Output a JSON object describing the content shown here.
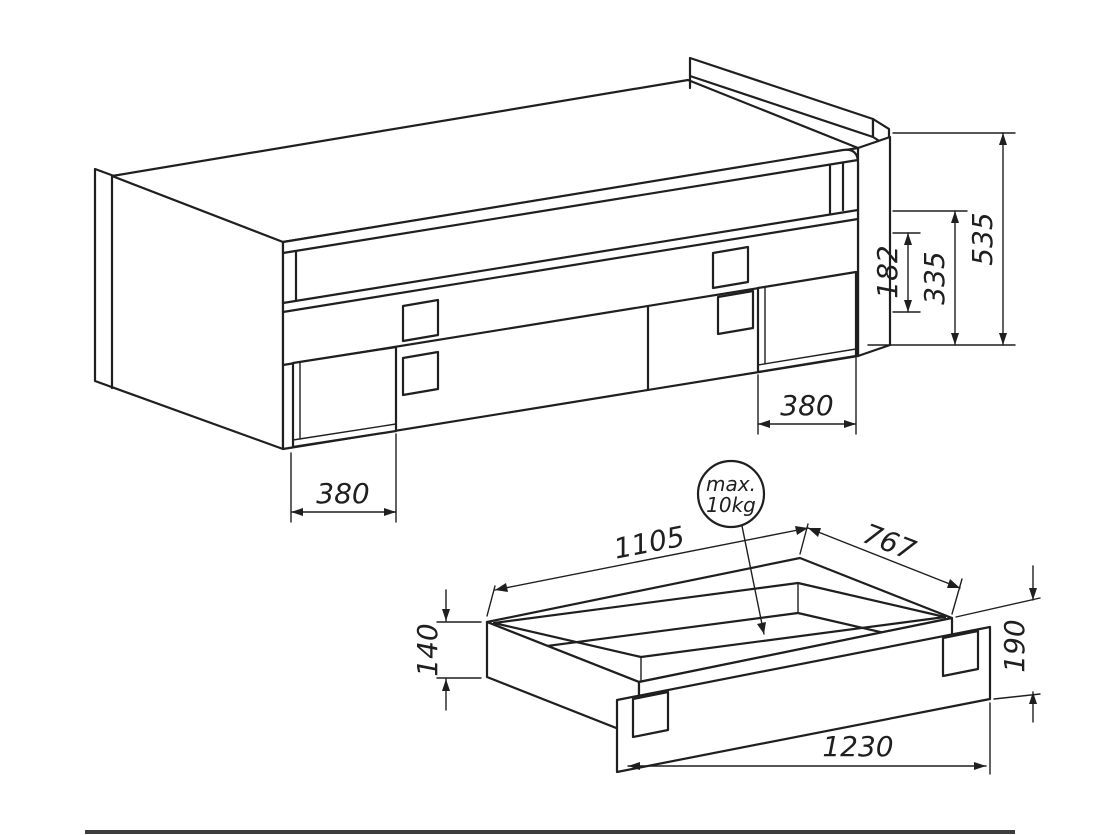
{
  "colors": {
    "background": "#ffffff",
    "line": "#1f1f1f",
    "edge_strip": "#3d3d3d"
  },
  "bed_view": {
    "dim_opening_height": "182",
    "dim_lower_height": "335",
    "dim_total_height": "535",
    "dim_left_opening_width": "380",
    "dim_right_opening_width": "380"
  },
  "drawer_view": {
    "dim_length_top": "1105",
    "dim_depth_top": "767",
    "dim_side_height": "140",
    "dim_front_height": "190",
    "dim_front_width": "1230",
    "max_load": {
      "line1": "max.",
      "line2": "10kg"
    }
  }
}
